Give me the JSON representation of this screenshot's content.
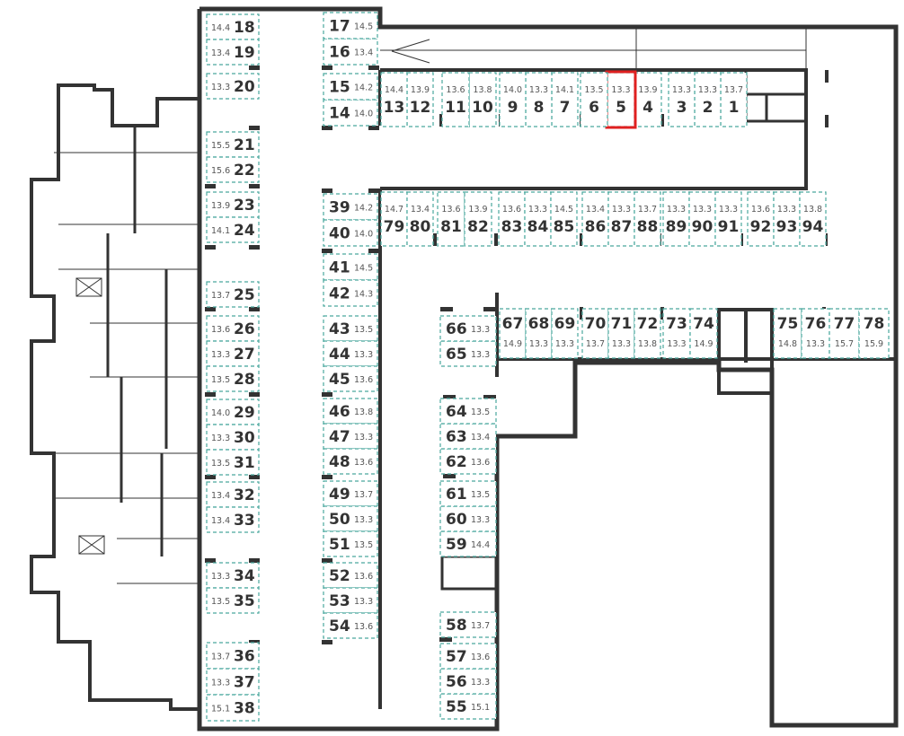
{
  "title": "Parking level floor plan",
  "colors": {
    "wall": "#333333",
    "spot_border": "#4aa89e",
    "selected": "#e02020",
    "text": "#333333"
  },
  "selected_spot": "5",
  "spots": [
    {
      "id": "1",
      "area": "13.7"
    },
    {
      "id": "2",
      "area": "13.3"
    },
    {
      "id": "3",
      "area": "13.3"
    },
    {
      "id": "4",
      "area": "13.9"
    },
    {
      "id": "5",
      "area": "13.3"
    },
    {
      "id": "6",
      "area": "13.5"
    },
    {
      "id": "7",
      "area": "14.1"
    },
    {
      "id": "8",
      "area": "13.3"
    },
    {
      "id": "9",
      "area": "14.0"
    },
    {
      "id": "10",
      "area": "13.8"
    },
    {
      "id": "11",
      "area": "13.6"
    },
    {
      "id": "12",
      "area": "13.9"
    },
    {
      "id": "13",
      "area": "14.4"
    },
    {
      "id": "14",
      "area": "14.0"
    },
    {
      "id": "15",
      "area": "14.2"
    },
    {
      "id": "16",
      "area": "13.4"
    },
    {
      "id": "17",
      "area": "14.5"
    },
    {
      "id": "18",
      "area": "14.4"
    },
    {
      "id": "19",
      "area": "13.4"
    },
    {
      "id": "20",
      "area": "13.3"
    },
    {
      "id": "21",
      "area": "15.5"
    },
    {
      "id": "22",
      "area": "15.6"
    },
    {
      "id": "23",
      "area": "13.9"
    },
    {
      "id": "24",
      "area": "14.1"
    },
    {
      "id": "25",
      "area": "13.7"
    },
    {
      "id": "26",
      "area": "13.6"
    },
    {
      "id": "27",
      "area": "13.3"
    },
    {
      "id": "28",
      "area": "13.5"
    },
    {
      "id": "29",
      "area": "14.0"
    },
    {
      "id": "30",
      "area": "13.3"
    },
    {
      "id": "31",
      "area": "13.5"
    },
    {
      "id": "32",
      "area": "13.4"
    },
    {
      "id": "33",
      "area": "13.4"
    },
    {
      "id": "34",
      "area": "13.3"
    },
    {
      "id": "35",
      "area": "13.5"
    },
    {
      "id": "36",
      "area": "13.7"
    },
    {
      "id": "37",
      "area": "13.3"
    },
    {
      "id": "38",
      "area": "15.1"
    },
    {
      "id": "39",
      "area": "14.2"
    },
    {
      "id": "40",
      "area": "14.0"
    },
    {
      "id": "41",
      "area": "14.5"
    },
    {
      "id": "42",
      "area": "14.3"
    },
    {
      "id": "43",
      "area": "13.5"
    },
    {
      "id": "44",
      "area": "13.3"
    },
    {
      "id": "45",
      "area": "13.6"
    },
    {
      "id": "46",
      "area": "13.8"
    },
    {
      "id": "47",
      "area": "13.3"
    },
    {
      "id": "48",
      "area": "13.6"
    },
    {
      "id": "49",
      "area": "13.7"
    },
    {
      "id": "50",
      "area": "13.3"
    },
    {
      "id": "51",
      "area": "13.5"
    },
    {
      "id": "52",
      "area": "13.6"
    },
    {
      "id": "53",
      "area": "13.3"
    },
    {
      "id": "54",
      "area": "13.6"
    },
    {
      "id": "55",
      "area": "15.1"
    },
    {
      "id": "56",
      "area": "13.3"
    },
    {
      "id": "57",
      "area": "13.6"
    },
    {
      "id": "58",
      "area": "13.7"
    },
    {
      "id": "59",
      "area": "14.4"
    },
    {
      "id": "60",
      "area": "13.3"
    },
    {
      "id": "61",
      "area": "13.5"
    },
    {
      "id": "62",
      "area": "13.6"
    },
    {
      "id": "63",
      "area": "13.4"
    },
    {
      "id": "64",
      "area": "13.5"
    },
    {
      "id": "65",
      "area": "13.3"
    },
    {
      "id": "66",
      "area": "13.3"
    },
    {
      "id": "67",
      "area": "14.9"
    },
    {
      "id": "68",
      "area": "13.3"
    },
    {
      "id": "69",
      "area": "13.3"
    },
    {
      "id": "70",
      "area": "13.7"
    },
    {
      "id": "71",
      "area": "13.3"
    },
    {
      "id": "72",
      "area": "13.8"
    },
    {
      "id": "73",
      "area": "13.3"
    },
    {
      "id": "74",
      "area": "14.9"
    },
    {
      "id": "75",
      "area": "14.8"
    },
    {
      "id": "76",
      "area": "13.3"
    },
    {
      "id": "77",
      "area": "15.7"
    },
    {
      "id": "78",
      "area": "15.9"
    },
    {
      "id": "79",
      "area": "14.7"
    },
    {
      "id": "80",
      "area": "13.4"
    },
    {
      "id": "81",
      "area": "13.6"
    },
    {
      "id": "82",
      "area": "13.9"
    },
    {
      "id": "83",
      "area": "13.6"
    },
    {
      "id": "84",
      "area": "13.3"
    },
    {
      "id": "85",
      "area": "14.5"
    },
    {
      "id": "86",
      "area": "13.4"
    },
    {
      "id": "87",
      "area": "13.3"
    },
    {
      "id": "88",
      "area": "13.7"
    },
    {
      "id": "89",
      "area": "13.3"
    },
    {
      "id": "90",
      "area": "13.3"
    },
    {
      "id": "91",
      "area": "13.3"
    },
    {
      "id": "92",
      "area": "13.6"
    },
    {
      "id": "93",
      "area": "13.3"
    },
    {
      "id": "94",
      "area": "13.8"
    }
  ]
}
